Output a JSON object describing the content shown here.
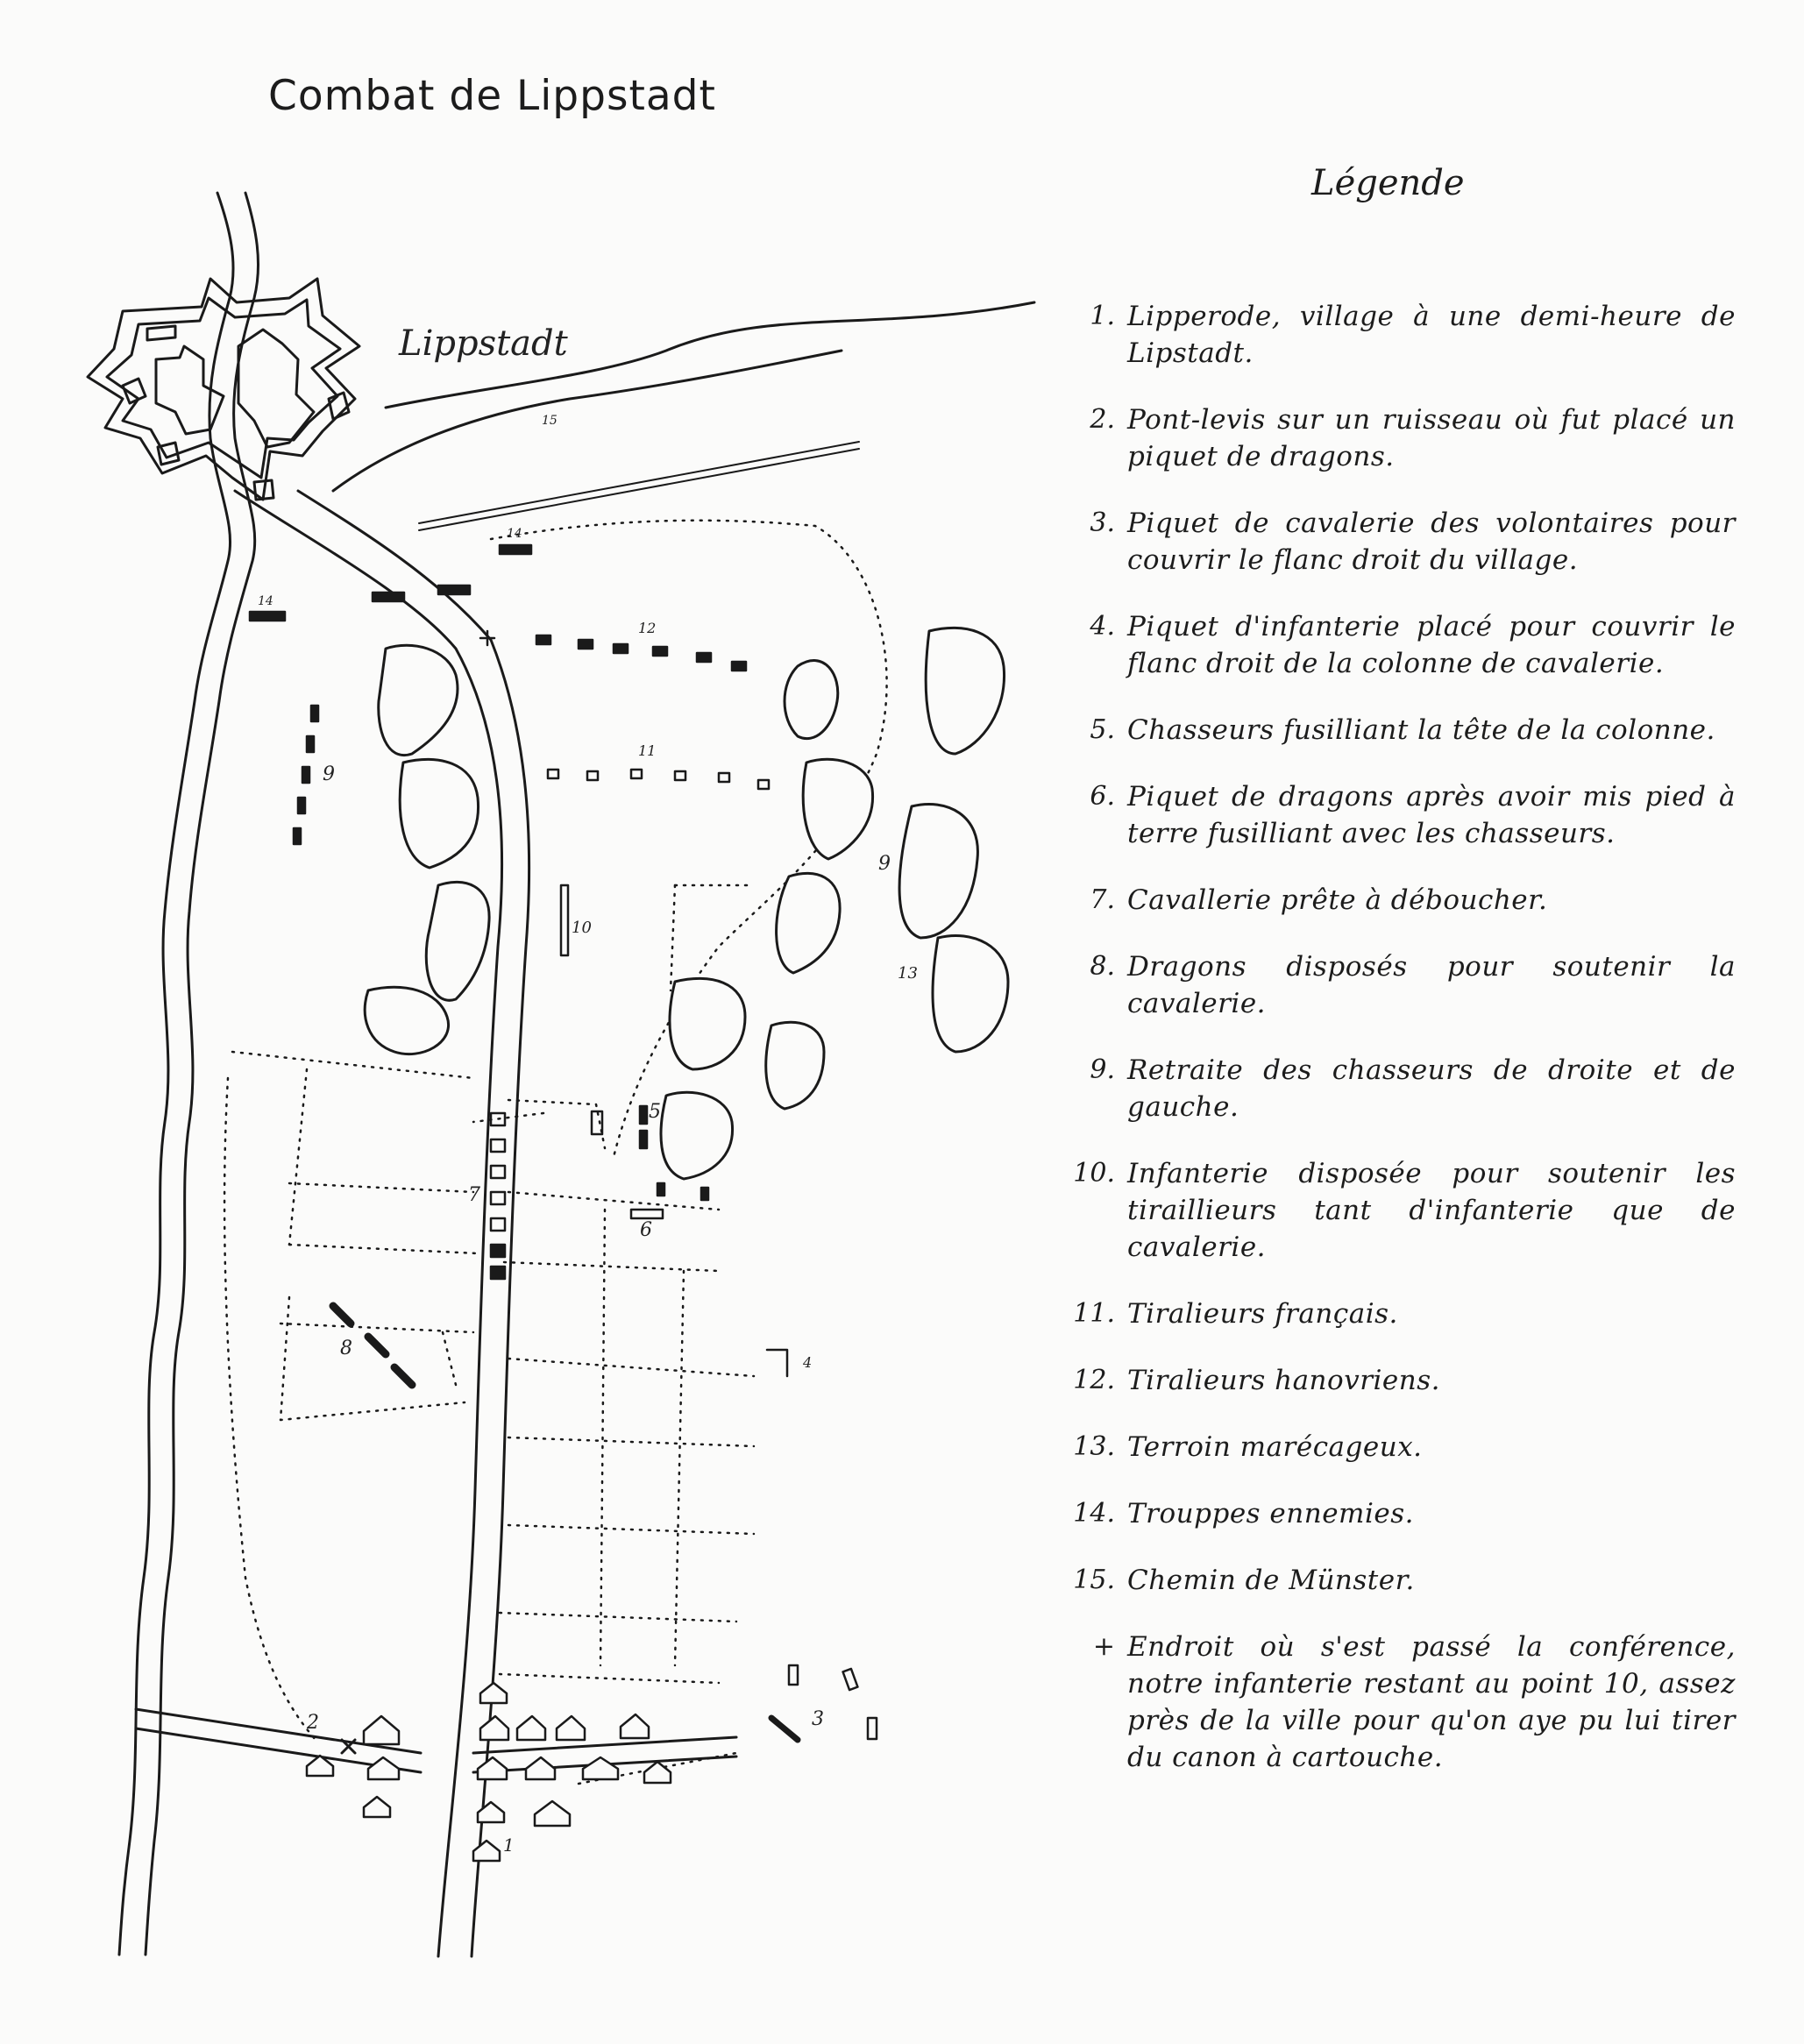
{
  "title": "Combat de Lippstadt",
  "map": {
    "town_label": "Lippstadt",
    "markers": [
      "1",
      "2",
      "3",
      "4",
      "5",
      "6",
      "7",
      "8",
      "9",
      "9",
      "10",
      "11",
      "12",
      "13",
      "14",
      "14",
      "15"
    ]
  },
  "legend": {
    "title": "Légende",
    "items": [
      {
        "num": "1.",
        "text": "Lipperode, village à une demi-heure de Lipstadt."
      },
      {
        "num": "2.",
        "text": "Pont-levis sur un ruisseau où fut placé un piquet de dragons."
      },
      {
        "num": "3.",
        "text": "Piquet de cavalerie des volontaires pour couvrir le flanc droit du village."
      },
      {
        "num": "4.",
        "text": "Piquet d'infanterie placé pour couvrir le flanc droit de la colonne de cavalerie."
      },
      {
        "num": "5.",
        "text": "Chasseurs fusilliant la tête de la colonne."
      },
      {
        "num": "6.",
        "text": "Piquet de dragons après avoir mis pied à terre fusilliant avec les chasseurs."
      },
      {
        "num": "7.",
        "text": "Cavallerie prête à déboucher."
      },
      {
        "num": "8.",
        "text": "Dragons disposés pour soutenir la cavalerie."
      },
      {
        "num": "9.",
        "text": "Retraite des chasseurs de droite et de gauche."
      },
      {
        "num": "10.",
        "text": "Infanterie disposée pour soutenir les tiraillieurs tant d'infanterie que de cavalerie."
      },
      {
        "num": "11.",
        "text": "Tiralieurs français."
      },
      {
        "num": "12.",
        "text": "Tiralieurs hanovriens."
      },
      {
        "num": "13.",
        "text": "Terroin marécageux."
      },
      {
        "num": "14.",
        "text": "Trouppes ennemies."
      },
      {
        "num": "15.",
        "text": "Chemin de Münster."
      },
      {
        "num": "+",
        "text": "Endroit où s'est passé la conférence, notre infanterie restant au point 10, assez près de la ville pour qu'on aye pu lui tirer du canon à cartouche."
      }
    ]
  }
}
